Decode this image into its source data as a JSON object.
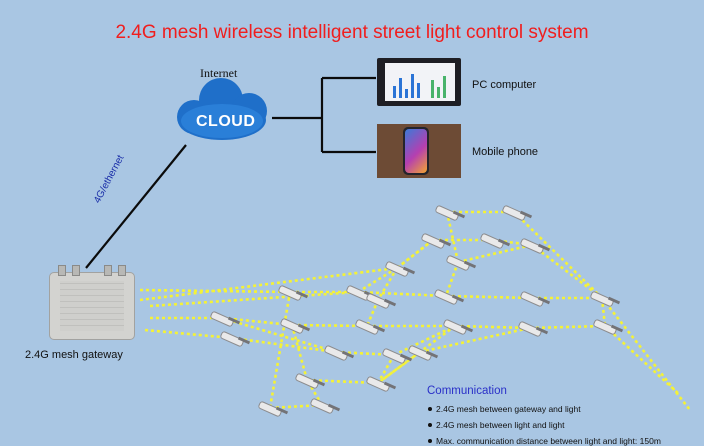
{
  "title": "2.4G mesh wireless intelligent street light control system",
  "internet_label": "Internet",
  "cloud_label": "CLOUD",
  "devices": {
    "pc_label": "PC computer",
    "phone_label": "Mobile phone"
  },
  "gateway_label": "2.4G mesh gateway",
  "link_label": "4G/ethernet",
  "communication": {
    "heading": "Communication",
    "items": [
      "2.4G mesh between gateway and light",
      "2.4G mesh between light and light",
      "Max. communication distance between light and light: 150m"
    ]
  },
  "colors": {
    "background": "#a9c6e3",
    "title": "#f01e1e",
    "cloud": "#1f6fc9",
    "mesh_link": "#f4f237",
    "heading": "#2a30c8"
  }
}
